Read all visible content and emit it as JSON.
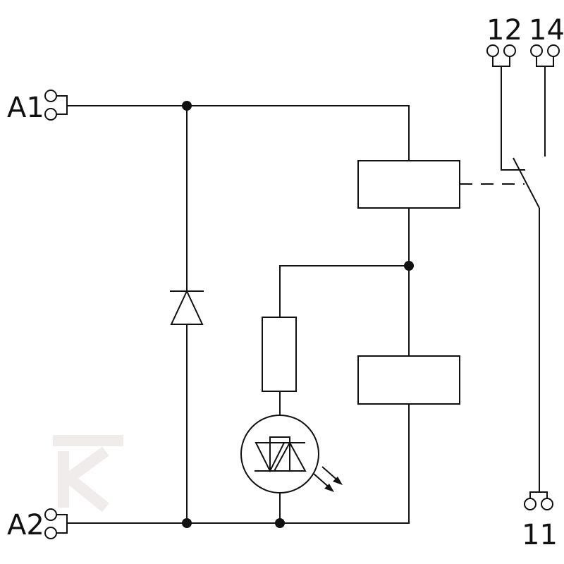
{
  "terminals": {
    "a1": "A1",
    "a2": "A2",
    "t12": "12",
    "t14": "14",
    "t11": "11"
  },
  "colors": {
    "line": "#111111",
    "background": "#ffffff",
    "watermark": "#f1ecec"
  }
}
